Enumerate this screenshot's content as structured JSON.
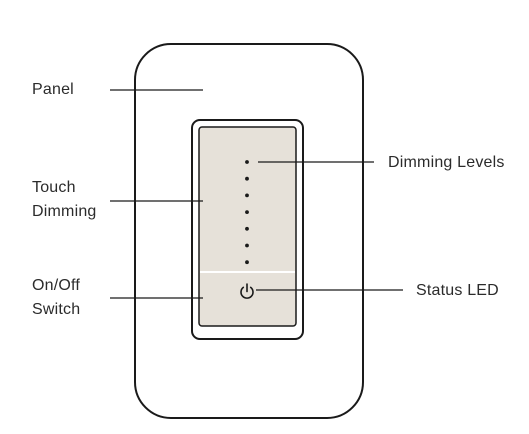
{
  "labels": {
    "panel": "Panel",
    "touch_dimming": "Touch\nDimming",
    "on_off_switch": "On/Off\nSwitch",
    "dimming_levels": "Dimming Levels",
    "status_led": "Status LED"
  },
  "dimming_level_count": 7,
  "icons": {
    "power": "power-icon"
  },
  "colors": {
    "outline": "#1a1a1a",
    "button_fill": "#e6e1d9",
    "divider": "#ffffff",
    "text": "#2b2b2b"
  }
}
